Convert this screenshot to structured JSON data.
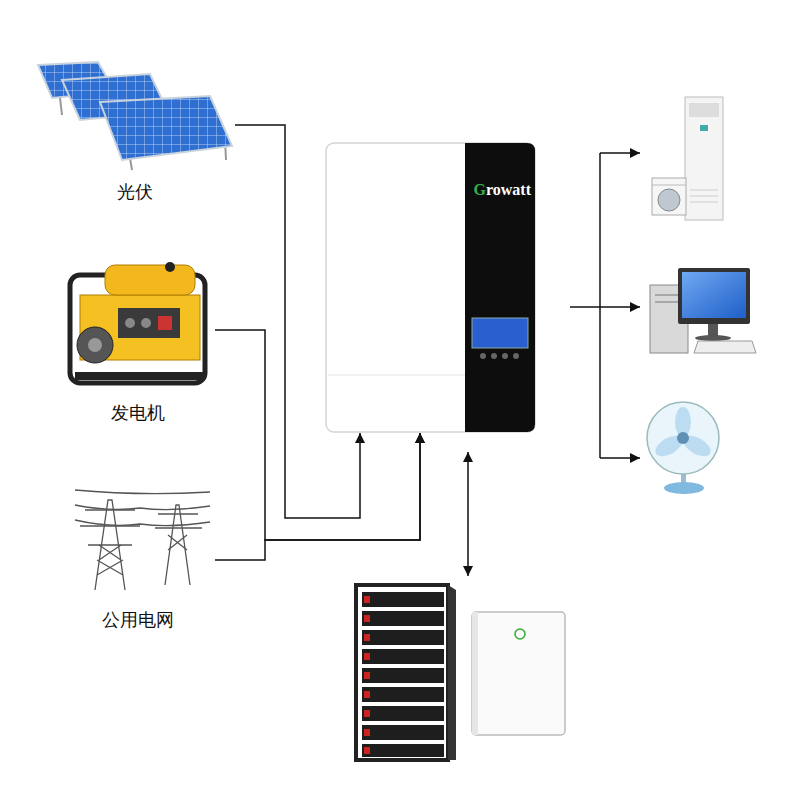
{
  "diagram": {
    "nodes": [
      {
        "text": [
          "光伏"
        ]
      },
      {
        "text": [
          "发电机"
        ]
      },
      {
        "text": [
          "公用电网"
        ]
      },
      {
        "text": [
          "Growatt"
        ]
      }
    ],
    "edges": [
      {
        "from": 0,
        "to": 3,
        "arrow": "to"
      },
      {
        "from": 1,
        "to": 3,
        "arrow": "to"
      },
      {
        "from": 2,
        "to": 3,
        "arrow": "to"
      }
    ]
  }
}
